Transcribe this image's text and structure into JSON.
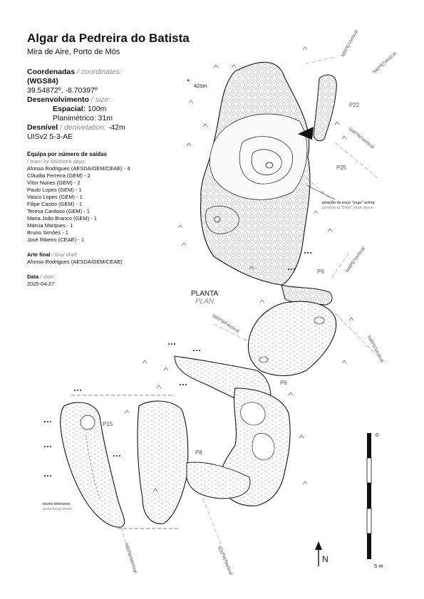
{
  "header": {
    "title": "Algar da Pedreira do Batista",
    "location": "Mira de Aire, Porto de Mós"
  },
  "info": {
    "coord_label": "Coordenadas",
    "coord_label_en": "/ coordinates:",
    "datum": "(WGS84)",
    "coord_value": "39.54872º, -8.70397º",
    "size_label": "Desenvolvimento",
    "size_label_en": "/ size:",
    "spatial_label": "Espacial:",
    "spatial_value": "100m",
    "planimetric": "Planimétrico: 31m",
    "depth_label": "Desnível",
    "depth_label_en": "/ denivelation:",
    "depth_value": "-42m",
    "uis": "UISv2 5-3-AE"
  },
  "team": {
    "heading": "Equipa por número de saídas",
    "heading_en": "/ team by fieldwork days:",
    "members": [
      "Afonso Rodrigues (AESDA/GEM/CEAE) - 4",
      "Cláudia Ferreira (GEM) - 2",
      "Vítor Nunes (GEM) - 2",
      "Paulo Lopes (GEM) - 1",
      "Vasco Lopes (GEM) - 1",
      "Filipe Castro (GEM) - 1",
      "Teresa Cardoso (GEM) - 1",
      "Maria João Branco (GEM) - 1",
      "Márcia Marques - 1",
      "Bruno Simões - 1",
      "José Ribeiro (CEAE) - 1"
    ]
  },
  "final": {
    "label": "Arte final",
    "label_en": "/ final draft:",
    "value": "Afonso Rodrigues (AESDA/GEM/CEAE)"
  },
  "date": {
    "label": "Data",
    "label_en": "/ date:",
    "value": "2025-04-27"
  },
  "map": {
    "plan_label": "PLANTA",
    "plan_label_en": "PLAN",
    "elevation": "420m",
    "shaft_note": "posição de poço \"cego\" acima",
    "shaft_note_en": "position of \"blind\" shaft above",
    "lower_levels": "níveis inferiores",
    "lower_levels_en": "underlying levels",
    "labels": {
      "p22": "P22",
      "p25": "P25",
      "p9": "P9",
      "p6": "P6",
      "p15": "P15",
      "p8": "P8"
    },
    "directions": {
      "d1": "N60ºE/Vertical",
      "d2": "N60ºE/Vertical",
      "d3": "N40ºW/Vertical",
      "d4": "N40ºE/Vertical",
      "d5": "N40ºE/Vertical",
      "d6": "N60ºW/Vertical",
      "d7": "N20ºW/Vertical",
      "d8": "N20ºW/Vertical"
    },
    "north": "N",
    "scale_top": "0",
    "scale_bottom": "5 m"
  },
  "colors": {
    "ink": "#111111",
    "muted": "#8a8a8a",
    "fill": "#f6f6f6"
  }
}
